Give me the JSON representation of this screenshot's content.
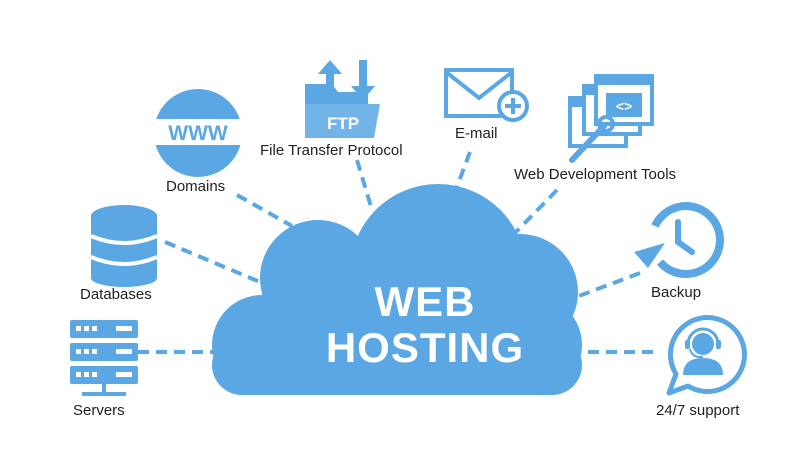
{
  "colors": {
    "accent": "#5aa7e4",
    "text": "#222222",
    "cloud_text": "#ffffff",
    "background": "#ffffff"
  },
  "cloud": {
    "line1": "WEB",
    "line2": "HOSTING"
  },
  "nodes": {
    "ftp": {
      "label": "File Transfer Protocol",
      "badge": "FTP",
      "icon": "ftp-folder-icon"
    },
    "email": {
      "label": "E-mail",
      "icon": "email-add-icon"
    },
    "webdev": {
      "label": "Web Development Tools",
      "badge": "<>",
      "icon": "web-dev-tools-icon"
    },
    "domains": {
      "label": "Domains",
      "badge": "WWW",
      "icon": "www-globe-icon"
    },
    "databases": {
      "label": "Databases",
      "icon": "database-icon"
    },
    "backup": {
      "label": "Backup",
      "icon": "backup-clock-icon"
    },
    "servers": {
      "label": "Servers",
      "icon": "server-rack-icon"
    },
    "support": {
      "label": "24/7 support",
      "icon": "support-headset-icon"
    }
  }
}
